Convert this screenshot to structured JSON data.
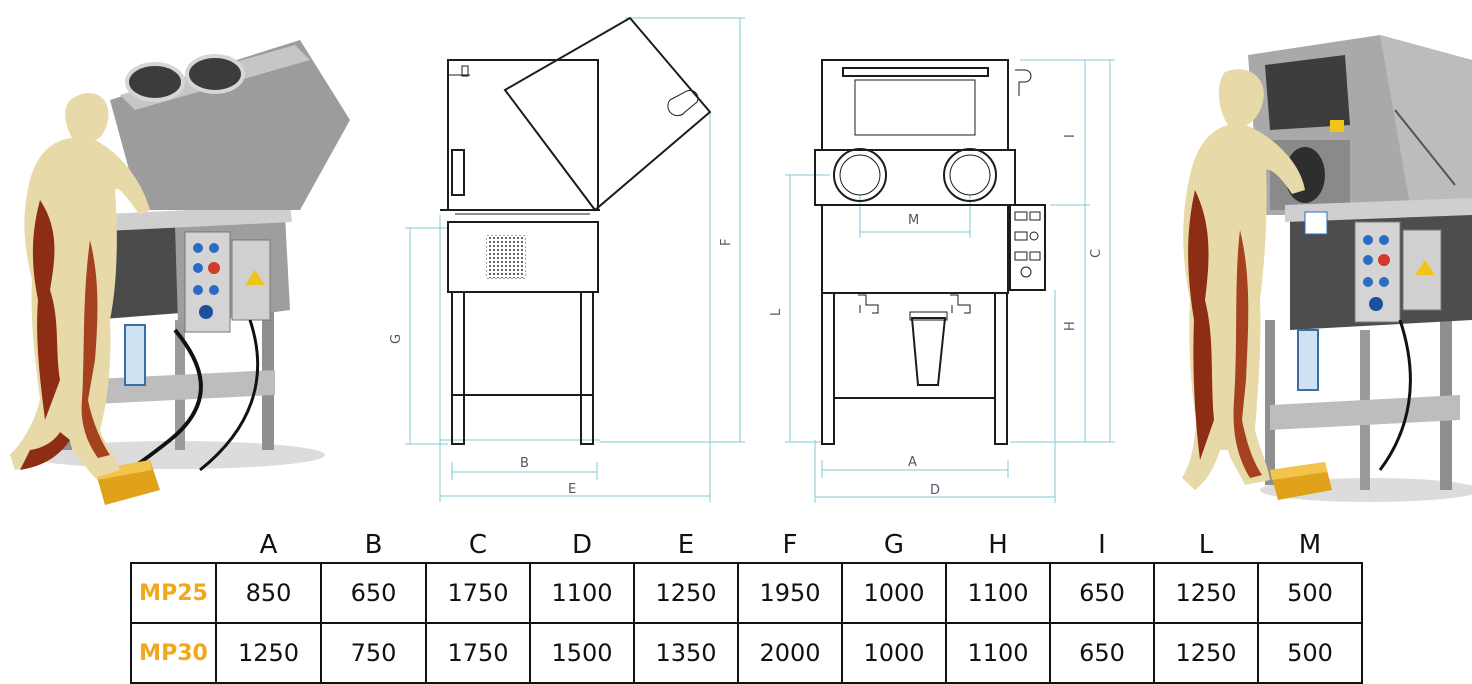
{
  "labels": {
    "A": "A",
    "B": "B",
    "C": "C",
    "D": "D",
    "E": "E",
    "F": "F",
    "G": "G",
    "H": "H",
    "I": "I",
    "L": "L",
    "M": "M"
  },
  "colors": {
    "dimension_line": "#7fcbd3",
    "model_label": "#f2a81d",
    "machine_steel": "#a8a8a8",
    "control_box": "#c9c9c9",
    "pedal": "#e0a21a",
    "silhouette_light": "#e8d9a8",
    "silhouette_dark": "#8c2d14"
  },
  "table": {
    "columns": [
      "A",
      "B",
      "C",
      "D",
      "E",
      "F",
      "G",
      "H",
      "I",
      "L",
      "M"
    ],
    "rows": [
      {
        "model": "MP25",
        "values": [
          "850",
          "650",
          "1750",
          "1100",
          "1250",
          "1950",
          "1000",
          "1100",
          "650",
          "1250",
          "500"
        ]
      },
      {
        "model": "MP30",
        "values": [
          "1250",
          "750",
          "1750",
          "1500",
          "1350",
          "2000",
          "1000",
          "1100",
          "650",
          "1250",
          "500"
        ]
      }
    ]
  }
}
